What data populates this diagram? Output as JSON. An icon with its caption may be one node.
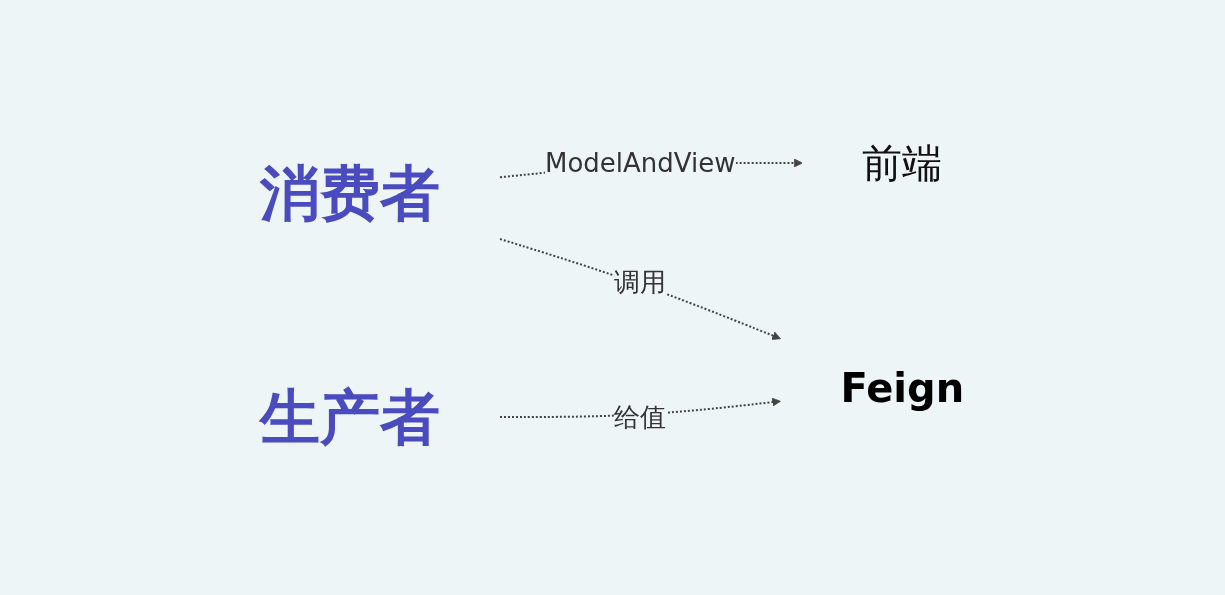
{
  "diagram": {
    "nodes": [
      {
        "text": [
          "前端"
        ]
      },
      {
        "text": [
          "消费者"
        ]
      },
      {
        "text": [
          "Feign"
        ]
      },
      {
        "text": [
          "生产者"
        ]
      }
    ],
    "edges": [
      {
        "from": 1,
        "to": 0,
        "arrow": "to",
        "label": "ModelAndView",
        "style": "dashed"
      },
      {
        "from": 1,
        "to": 2,
        "arrow": "to",
        "label": "调用",
        "style": "dashed"
      },
      {
        "from": 3,
        "to": 2,
        "arrow": "to",
        "label": "给值",
        "style": "dashed"
      }
    ]
  }
}
